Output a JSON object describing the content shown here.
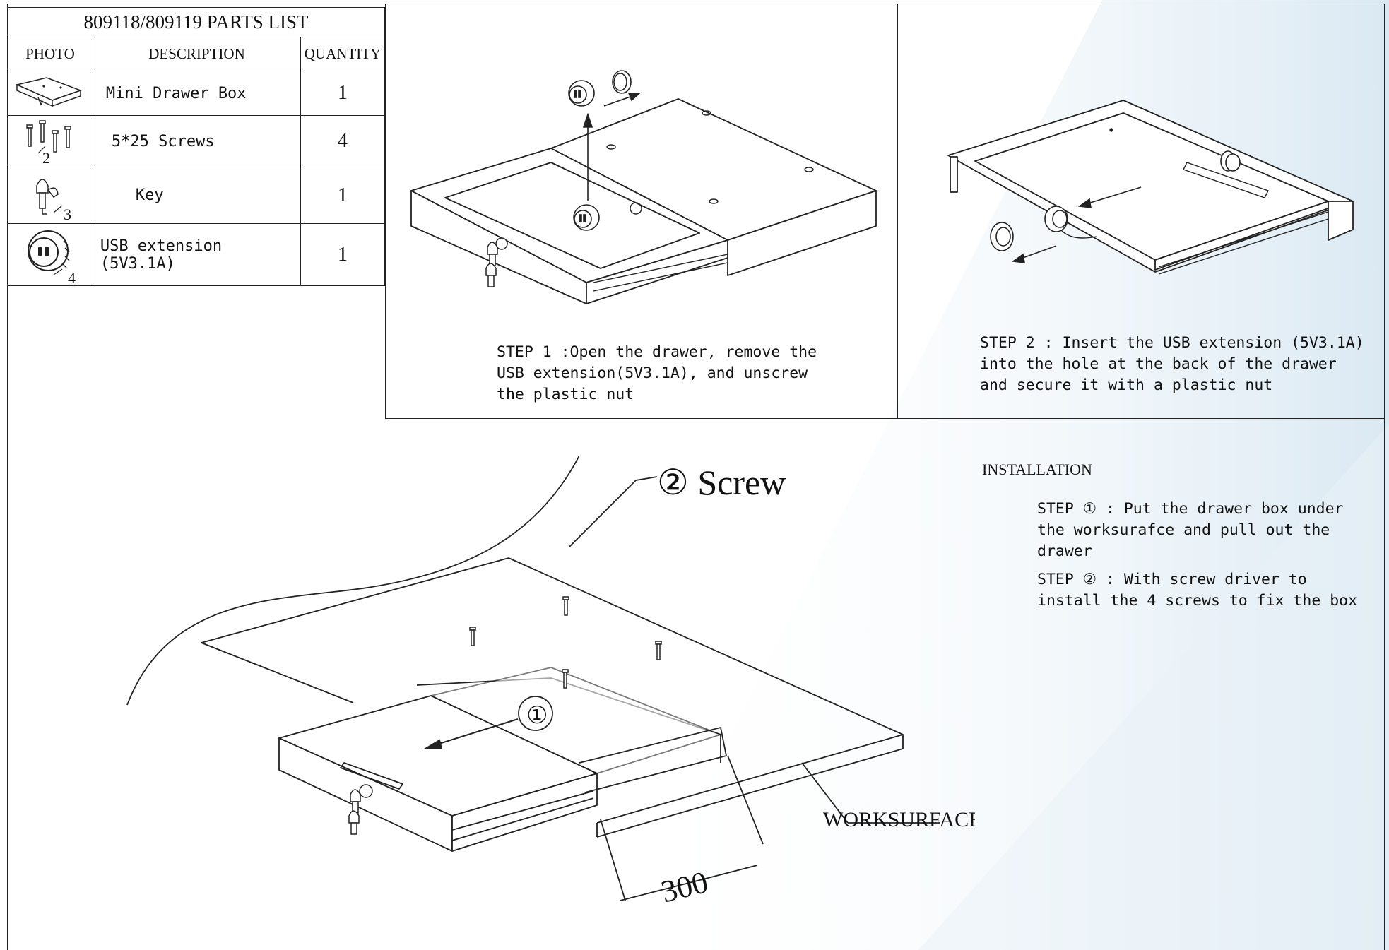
{
  "parts_list": {
    "title": "809118/809119 PARTS LIST",
    "headers": [
      "PHOTO",
      "DESCRIPTION",
      "QUANTITY"
    ],
    "rows": [
      {
        "icon": "drawer-box-icon",
        "description": "Mini Drawer Box",
        "quantity": "1",
        "callout": ""
      },
      {
        "icon": "screws-icon",
        "description": "5*25 Screws",
        "quantity": "4",
        "callout": "2"
      },
      {
        "icon": "key-icon",
        "description": "Key",
        "quantity": "1",
        "callout": "3"
      },
      {
        "icon": "usb-extension-icon",
        "description": "USB extension (5V3.1A)",
        "quantity": "1",
        "callout": "4"
      }
    ]
  },
  "step1": {
    "text": "STEP 1 :Open the drawer, remove the\nUSB extension(5V3.1A), and unscrew\nthe plastic nut"
  },
  "step2": {
    "text": "STEP 2 : Insert the USB extension (5V3.1A)\ninto the hole at the back of the drawer\nand secure it with a plastic nut"
  },
  "installation": {
    "title": "INSTALLATION",
    "step_a": "STEP ① : Put the drawer box under\nthe worksurafce and pull out the\ndrawer",
    "step_b": "STEP ② : With screw driver to\ninstall the 4 screws to fix the box"
  },
  "diagram": {
    "screw_callout": "② Screw",
    "drawer_callout": "①",
    "worksurface_label": "WORKSURFACE",
    "dimension": "300"
  },
  "colors": {
    "line": "#222222",
    "wash": "#dbe8f2"
  }
}
